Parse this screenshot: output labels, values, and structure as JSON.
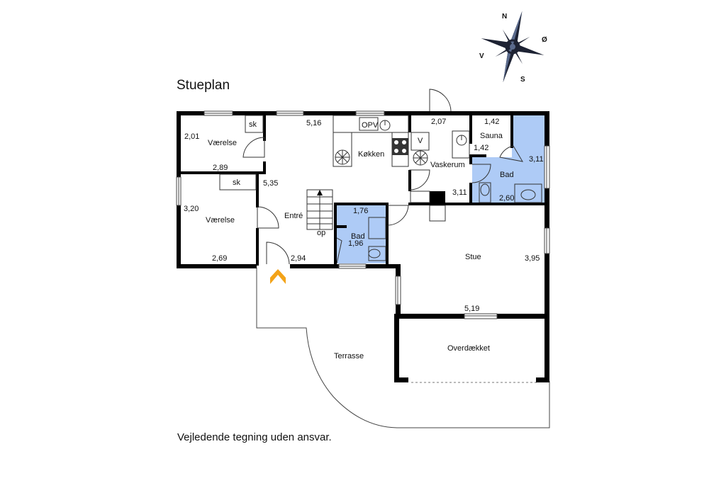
{
  "title": "Stueplan",
  "footer": "Vejledende tegning uden ansvar.",
  "compass": {
    "n": "N",
    "s": "S",
    "e": "Ø",
    "w": "V"
  },
  "rooms": {
    "vaerelse1": "Værelse",
    "vaerelse2": "Værelse",
    "entre": "Entré",
    "koekken": "Køkken",
    "vaskerum": "Vaskerum",
    "sauna": "Sauna",
    "bad1": "Bad",
    "bad2": "Bad",
    "stue": "Stue",
    "overdaekket": "Overdækket",
    "terrasse": "Terrasse"
  },
  "fixtures": {
    "sk1": "sk",
    "sk2": "sk",
    "opv": "OPV",
    "v": "V",
    "op": "op"
  },
  "dimensions": {
    "d201": "2,01",
    "d289": "2,89",
    "d516": "5,16",
    "d207": "2,07",
    "d142a": "1,42",
    "d142b": "1,42",
    "d311a": "3,11",
    "d311b": "3,11",
    "d260": "2,60",
    "d535": "5,35",
    "d320": "3,20",
    "d269": "2,69",
    "d294": "2,94",
    "d176": "1,76",
    "d196": "1,96",
    "d395": "3,95",
    "d519": "5,19"
  },
  "colors": {
    "wall": "#000000",
    "bathroom": "#aecbf6",
    "entry_arrow": "#f3a319"
  }
}
